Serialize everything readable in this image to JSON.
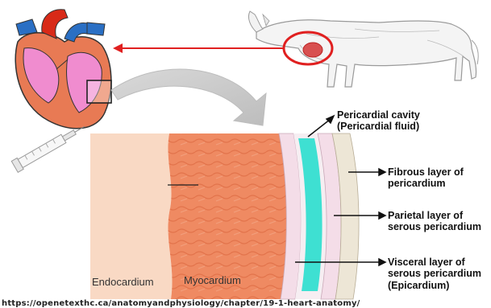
{
  "labels": {
    "pericardial_cavity": "Pericardial cavity",
    "pericardial_fluid": "(Pericardial fluid)",
    "fibrous_line1": "Fibrous layer of",
    "fibrous_line2": "pericardium",
    "parietal_line1": "Parietal layer of",
    "parietal_line2": "serous pericardium",
    "visceral_line1": "Visceral layer of",
    "visceral_line2": "serous pericardium",
    "visceral_line3": "(Epicardium)",
    "endocardium": "Endocardium",
    "myocardium": "Myocardium"
  },
  "source_url": "https://openetexthc.ca/anatomyandphysiology/chapter/19-1-heart-anatomy/",
  "colors": {
    "endocardium": "#f9d9c4",
    "myocardium": "#ef8a62",
    "serous_layers": "#f4dde8",
    "pericardial_fluid": "#3ee0d2",
    "fibrous_layer": "#ede6d6",
    "highlight": "#e02020"
  }
}
